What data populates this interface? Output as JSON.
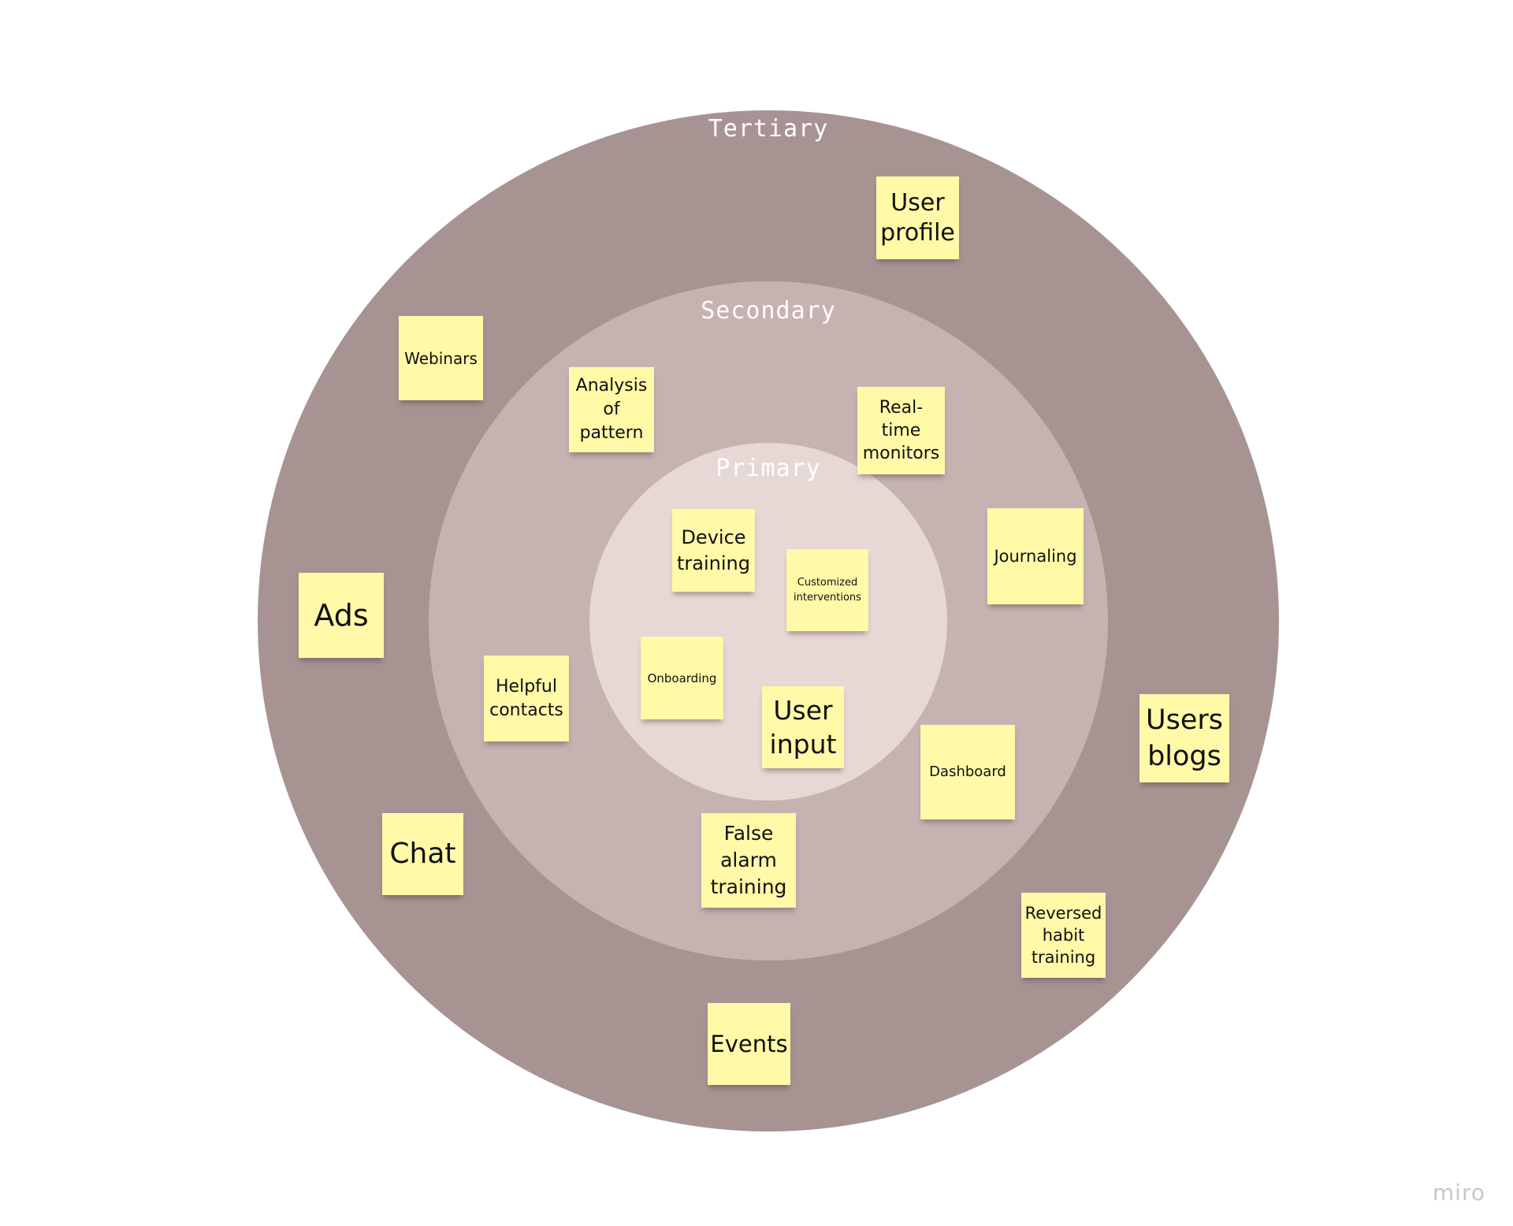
{
  "rings": {
    "tertiary": "Tertiary",
    "secondary": "Secondary",
    "primary": "Primary"
  },
  "notes": {
    "user_profile": "User\nprofile",
    "webinars": "Webinars",
    "analysis_of_pattern": "Analysis\nof\npattern",
    "real_time_monitors": "Real-\ntime\nmonitors",
    "device_training": "Device\ntraining",
    "customized_interventions": "Customized\ninterventions",
    "journaling": "Journaling",
    "ads": "Ads",
    "onboarding": "Onboarding",
    "helpful_contacts": "Helpful\ncontacts",
    "user_input": "User\ninput",
    "users_blogs": "Users\nblogs",
    "dashboard": "Dashboard",
    "chat": "Chat",
    "false_alarm_training": "False\nalarm\ntraining",
    "reversed_habit_training": "Reversed\nhabit\ntraining",
    "events": "Events"
  },
  "colors": {
    "tertiary_ring": "#a89393",
    "secondary_ring": "#c6b3b1",
    "primary_ring": "#e6d8d4",
    "sticky_note": "#fff9a8",
    "ring_label": "#ffffff"
  },
  "watermark": "miro"
}
